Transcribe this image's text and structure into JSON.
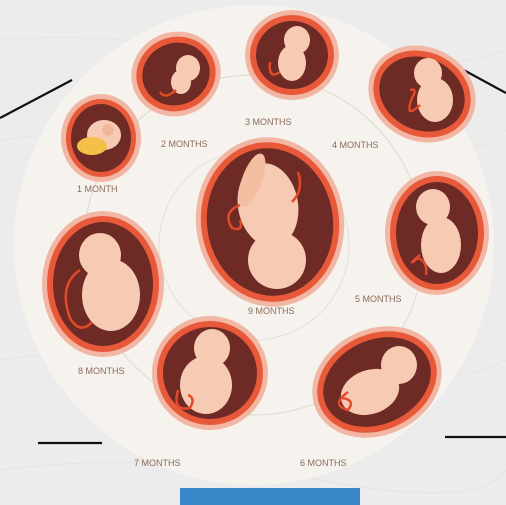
{
  "stages": [
    {
      "id": "m1",
      "label": "1 MONTH"
    },
    {
      "id": "m2",
      "label": "2 MONTHS"
    },
    {
      "id": "m3",
      "label": "3 MONTHS"
    },
    {
      "id": "m4",
      "label": "4 MONTHS"
    },
    {
      "id": "m5",
      "label": "5 MONTHS"
    },
    {
      "id": "m6",
      "label": "6 MONTHS"
    },
    {
      "id": "m7",
      "label": "7 MONTHS"
    },
    {
      "id": "m8",
      "label": "8 MONTHS"
    },
    {
      "id": "m9",
      "label": "9 MONTHS"
    }
  ],
  "colors": {
    "background": "#ededed",
    "disc": "#f6f3ee",
    "membrane": "#e8593a",
    "membrane_light": "#f2b7a4",
    "womb": "#6e2a24",
    "fetus": "#f7cbb3",
    "cord": "#e24a2a",
    "label": "#8c6a5c",
    "blue_band": "#3a88c9"
  }
}
